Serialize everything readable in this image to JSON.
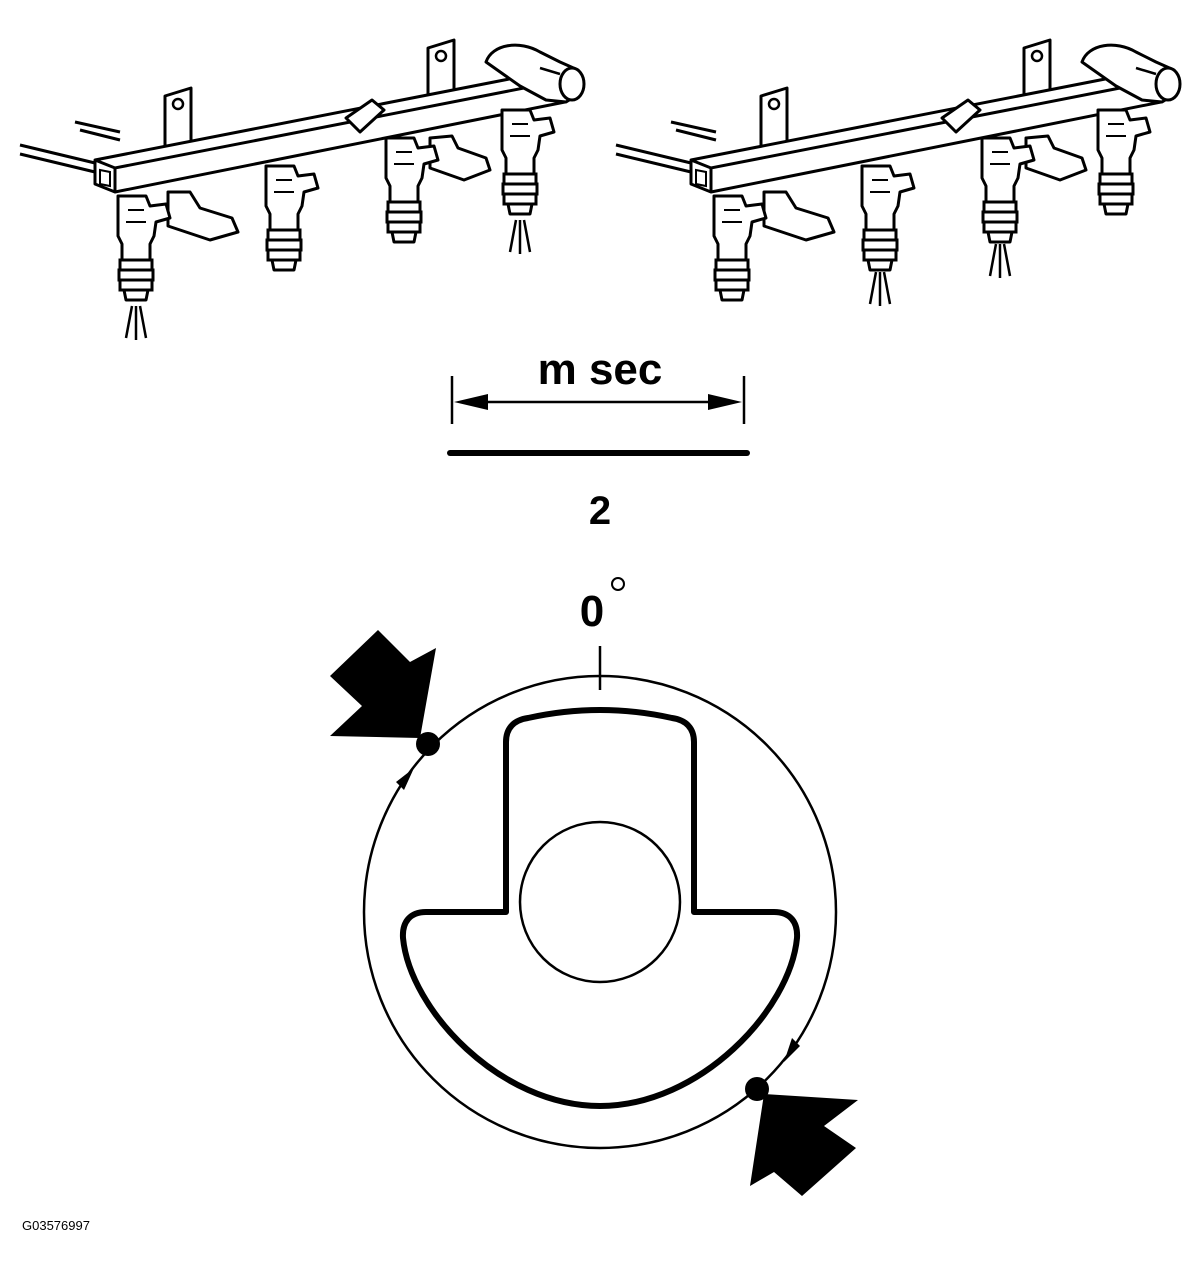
{
  "diagram": {
    "pulse_width_label": "m sec",
    "pulse_number": "2",
    "angle_label": "0",
    "figure_code": "G03576997"
  }
}
